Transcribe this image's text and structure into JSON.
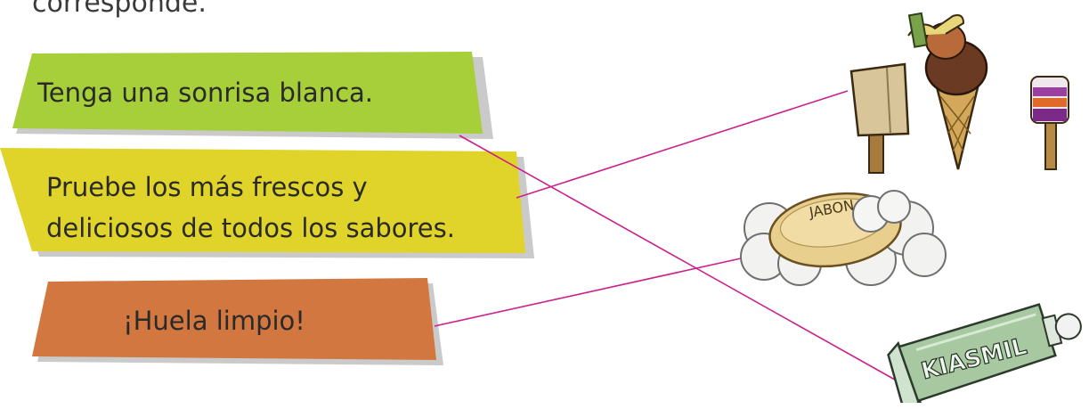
{
  "instruction_text": "corresponde.",
  "phrases": [
    {
      "text": "Tenga una sonrisa blanca.",
      "color": "#a6cf3a"
    },
    {
      "line1": "Pruebe los más frescos y",
      "line2": "deliciosos de todos los sabores.",
      "color": "#e0d42a"
    },
    {
      "text": "¡Huela limpio!",
      "color": "#d1773f"
    }
  ],
  "pictures": {
    "ice_cream": "ice-cream-popsicles",
    "soap": "soap-bar-with-foam",
    "toothpaste": "toothpaste-tube"
  },
  "soap_label": "JABON",
  "toothpaste_label": "KIASMIL",
  "line_color": "#cc1f8c"
}
